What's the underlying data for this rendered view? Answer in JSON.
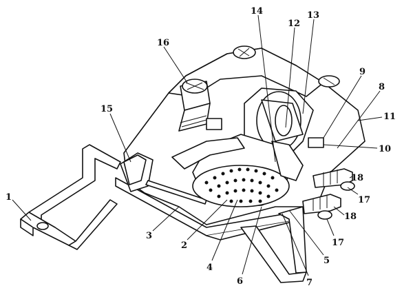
{
  "figure": {
    "callouts": [
      {
        "id": "1",
        "label": "1"
      },
      {
        "id": "2",
        "label": "2"
      },
      {
        "id": "3",
        "label": "3"
      },
      {
        "id": "4",
        "label": "4"
      },
      {
        "id": "5",
        "label": "5"
      },
      {
        "id": "6",
        "label": "6"
      },
      {
        "id": "7",
        "label": "7"
      },
      {
        "id": "8",
        "label": "8"
      },
      {
        "id": "9",
        "label": "9"
      },
      {
        "id": "10",
        "label": "10"
      },
      {
        "id": "11",
        "label": "11"
      },
      {
        "id": "12",
        "label": "12"
      },
      {
        "id": "13",
        "label": "13"
      },
      {
        "id": "14",
        "label": "14"
      },
      {
        "id": "15",
        "label": "15"
      },
      {
        "id": "16",
        "label": "16"
      },
      {
        "id": "17a",
        "label": "17"
      },
      {
        "id": "17b",
        "label": "17"
      },
      {
        "id": "18a",
        "label": "18"
      },
      {
        "id": "18b",
        "label": "18"
      }
    ],
    "colors": {
      "ink": "#111111",
      "paper": "#ffffff"
    }
  }
}
